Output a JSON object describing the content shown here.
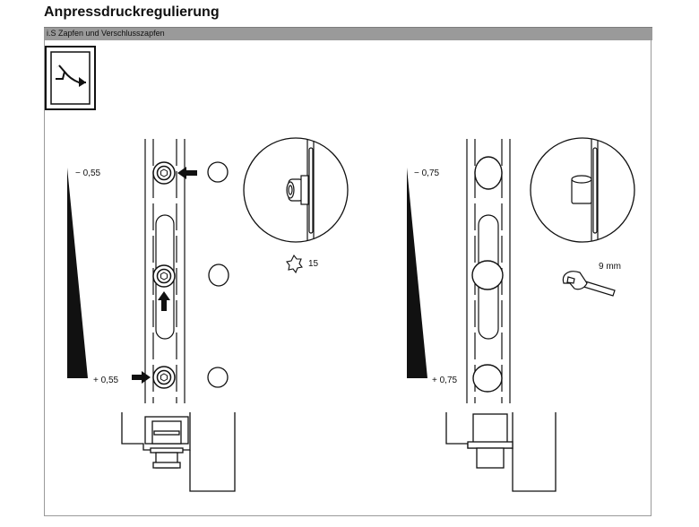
{
  "title": "Anpressdruckregulierung",
  "subtitle": "i.S Zapfen und Verschlusszapfen",
  "icons": {
    "adjust": "adjust-arrow-icon",
    "torx": "torx-icon",
    "wrench": "wrench-icon"
  },
  "left_panel": {
    "range_min_label": "− 0,55",
    "range_max_label": "+ 0,55",
    "tool_size": "15"
  },
  "right_panel": {
    "range_min_label": "− 0,75",
    "range_max_label": "+ 0,75",
    "tool_size": "9 mm"
  }
}
